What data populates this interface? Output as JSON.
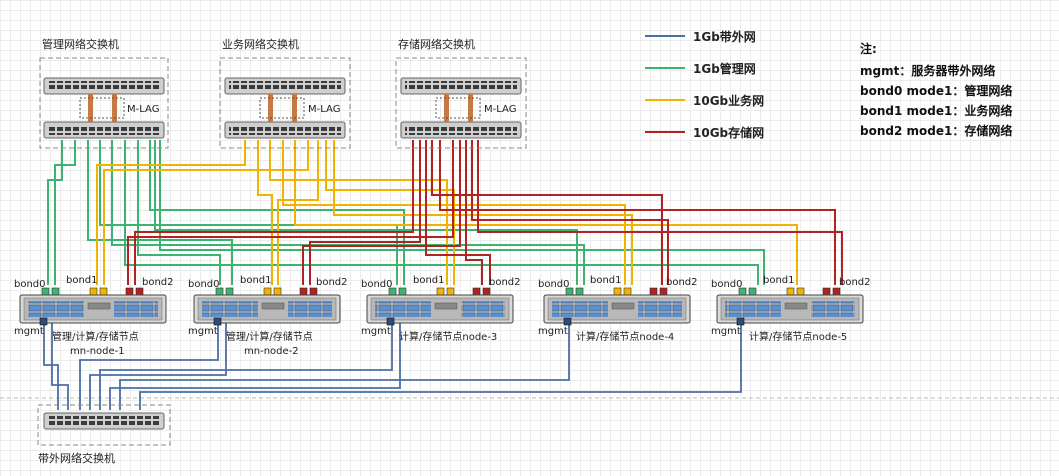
{
  "switches": {
    "mgmt": {
      "label": "管理网络交换机",
      "mlag": "M-LAG"
    },
    "biz": {
      "label": "业务网络交换机",
      "mlag": "M-LAG"
    },
    "storage": {
      "label": "存储网络交换机",
      "mlag": "M-LAG"
    },
    "oob": {
      "label": "带外网络交换机"
    }
  },
  "legend": [
    {
      "label": "1Gb带外网",
      "color": "#4a6fa5"
    },
    {
      "label": "1Gb管理网",
      "color": "#3cb371"
    },
    {
      "label": "10Gb业务网",
      "color": "#f0b400"
    },
    {
      "label": "10Gb存储网",
      "color": "#b22222"
    }
  ],
  "notes": {
    "title": "注:",
    "lines": [
      "mgmt：服务器带外网络",
      "bond0 mode1：管理网络",
      "bond1 mode1：业务网络",
      "bond2 mode1：存储网络"
    ]
  },
  "ports": {
    "bond0": "bond0",
    "bond1": "bond1",
    "bond2": "bond2",
    "mgmt": "mgmt"
  },
  "servers": [
    {
      "role": "管理/计算/存储节点",
      "name": "mn-node-1"
    },
    {
      "role": "管理/计算/存储节点",
      "name": "mn-node-2"
    },
    {
      "role": "计算/存储节点node-3",
      "name": ""
    },
    {
      "role": "计算/存储节点node-4",
      "name": ""
    },
    {
      "role": "计算/存储节点node-5",
      "name": ""
    }
  ]
}
